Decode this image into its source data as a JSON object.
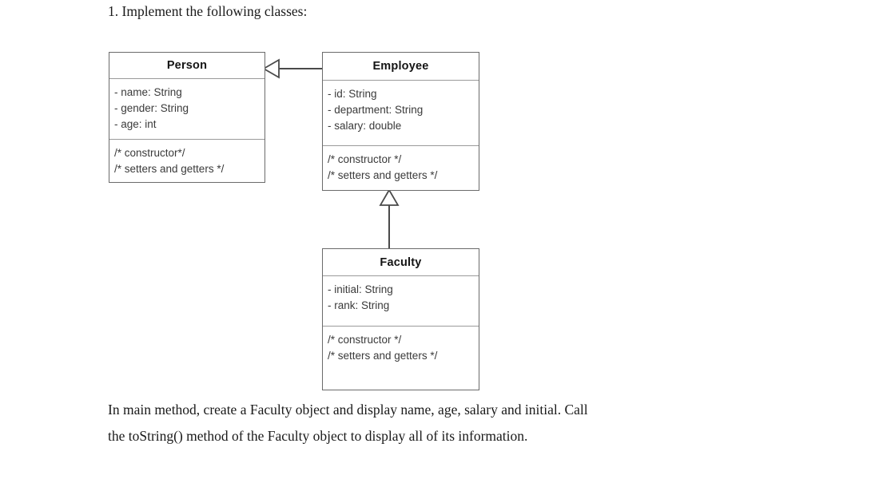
{
  "document": {
    "heading": "1. Implement the following classes:",
    "closing_paragraph": {
      "line1": "In main method, create a Faculty object and display name, age, salary and initial. Call",
      "line2": "the toString() method of the Faculty object to display all of its information."
    }
  },
  "diagram": {
    "type": "uml-class-diagram",
    "classes": [
      {
        "id": "person",
        "name": "Person",
        "attributes": [
          "- name: String",
          "- gender: String",
          "- age: int"
        ],
        "methods": [
          "/* constructor*/",
          "/* setters and getters */"
        ]
      },
      {
        "id": "employee",
        "name": "Employee",
        "attributes": [
          "- id: String",
          "- department: String",
          "- salary: double"
        ],
        "methods": [
          "/* constructor */",
          "/* setters and getters */"
        ]
      },
      {
        "id": "faculty",
        "name": "Faculty",
        "attributes": [
          "- initial: String",
          "- rank: String"
        ],
        "methods": [
          "/* constructor */",
          "/* setters and getters */"
        ]
      }
    ],
    "relationships": [
      {
        "id": "employee-extends-person",
        "kind": "generalization",
        "from": "Employee",
        "to": "Person",
        "direction": "left"
      },
      {
        "id": "faculty-extends-employee",
        "kind": "generalization",
        "from": "Faculty",
        "to": "Employee",
        "direction": "up"
      }
    ],
    "colors": {
      "box_border": "#6b6b6b",
      "compartment_rule": "#9a9a9a",
      "connector": "#4a4a4a",
      "text": "#3a3a3a",
      "background": "#ffffff"
    }
  }
}
